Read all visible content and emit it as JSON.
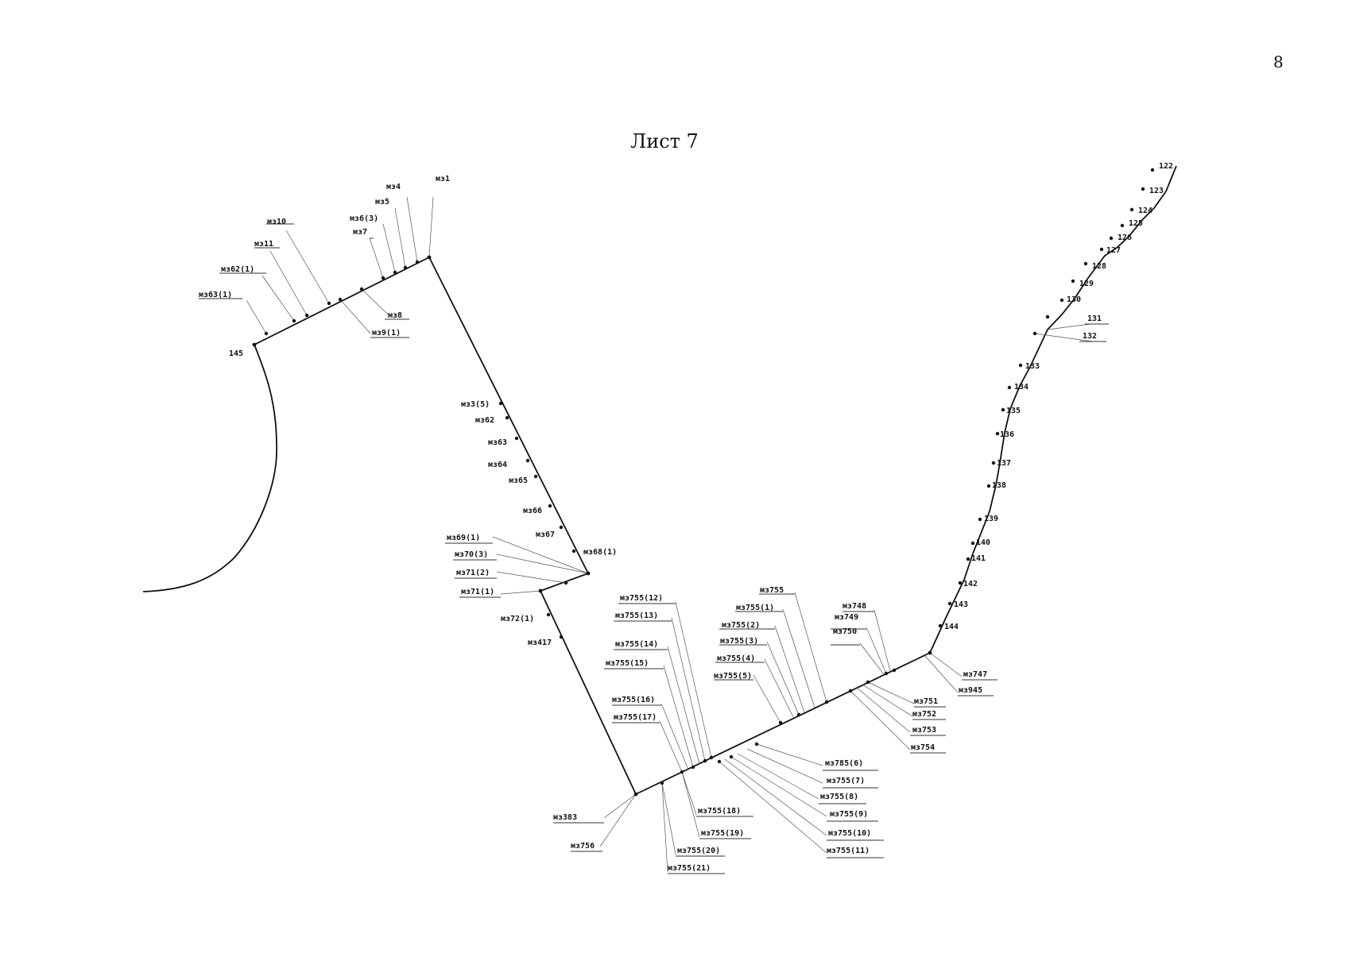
{
  "page": {
    "number": "8",
    "title": "Лист 7"
  },
  "diagram": {
    "type": "cadastral boundary plan",
    "points": {
      "кз1": "мз1",
      "кз4": "мз4",
      "кз5": "мз5",
      "кз6_3": "мз6(3)",
      "кз7": "мз7",
      "кз10": "мз10",
      "кз11": "мз11",
      "кз62_1": "мз62(1)",
      "кз63_1": "мз63(1)",
      "кз8": "мз8",
      "кз9_1": "мз9(1)",
      "p145": "145",
      "кз3_5": "мз3(5)",
      "кз62": "мз62",
      "кз63": "мз63",
      "кз64": "мз64",
      "кз65": "мз65",
      "кз66": "мз66",
      "кз67": "мз67",
      "кз68_1": "мз68(1)",
      "кз69_1": "мз69(1)",
      "кз70_3": "мз70(3)",
      "кз71_2": "мз71(2)",
      "кз71_1": "мз71(1)",
      "кз72_1": "мз72(1)",
      "кз417": "мз417",
      "кз383": "мз383",
      "кз756": "мз756",
      "кз755_12": "мз755(12)",
      "кз755_13": "мз755(13)",
      "кз755_14": "мз755(14)",
      "кз755_15": "мз755(15)",
      "кз755_16": "мз755(16)",
      "кз755_17": "мз755(17)",
      "кз755_18": "мз755(18)",
      "кз755_19": "мз755(19)",
      "кз755_20": "мз755(20)",
      "кз755_21": "мз755(21)",
      "кз755": "мз755",
      "кз755_1": "мз755(1)",
      "кз755_2": "мз755(2)",
      "кз755_3": "мз755(3)",
      "кз755_4": "мз755(4)",
      "кз755_5": "мз755(5)",
      "кз785_6": "мз785(6)",
      "кз755_7": "мз755(7)",
      "кз755_8": "мз755(8)",
      "кз755_9": "мз755(9)",
      "кз755_10": "мз755(10)",
      "кз755_11": "мз755(11)",
      "кз748": "мз748",
      "кз749": "мз749",
      "кз750": "мз750",
      "кз751": "мз751",
      "кз752": "мз752",
      "кз753": "мз753",
      "кз754": "мз754",
      "кз747": "мз747",
      "кз945": "мз945",
      "p122": "122",
      "p123": "123",
      "p124": "124",
      "p125": "125",
      "p126": "126",
      "p127": "127",
      "p128": "128",
      "p129": "129",
      "p130": "130",
      "p131": "131",
      "p132": "132",
      "p133": "133",
      "p134": "134",
      "p135": "135",
      "p136": "136",
      "p137": "137",
      "p138": "138",
      "p139": "139",
      "p140": "140",
      "p141": "141",
      "p142": "142",
      "p143": "143",
      "p144": "144"
    }
  }
}
